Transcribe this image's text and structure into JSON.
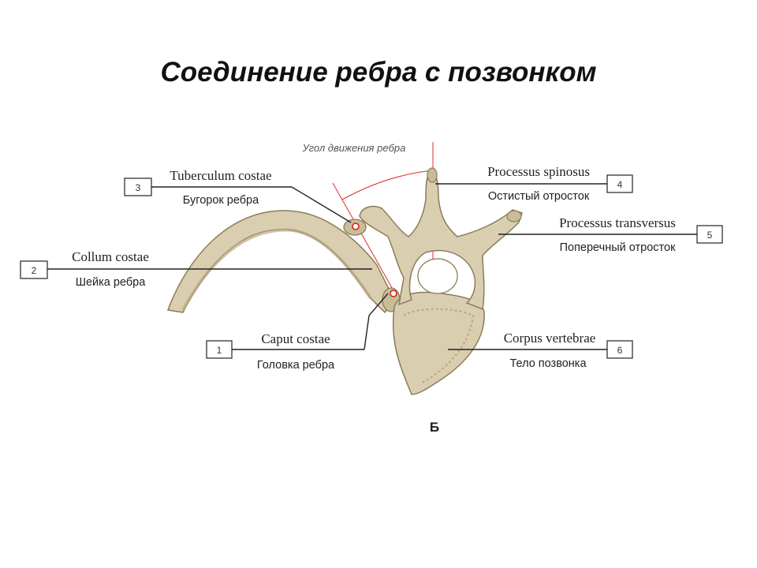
{
  "title": "Соединение ребра с позвонком",
  "angle_label": "Угол движения ребра",
  "figure_letter": "Б",
  "colors": {
    "bone_fill": "#d9ceb0",
    "bone_stroke": "#8a7c58",
    "bone_shade": "#b8a983",
    "accent": "#d9302c"
  },
  "labels": [
    {
      "number": "3",
      "latin": "Tuberculum costae",
      "russian": "Бугорок ребра"
    },
    {
      "number": "2",
      "latin": "Collum costae",
      "russian": "Шейка ребра"
    },
    {
      "number": "1",
      "latin": "Caput costae",
      "russian": "Головка ребра"
    },
    {
      "number": "4",
      "latin": "Processus spinosus",
      "russian": "Остистый отросток"
    },
    {
      "number": "5",
      "latin": "Processus transversus",
      "russian": "Поперечный отросток"
    },
    {
      "number": "6",
      "latin": "Corpus vertebrae",
      "russian": "Тело позвонка"
    }
  ]
}
